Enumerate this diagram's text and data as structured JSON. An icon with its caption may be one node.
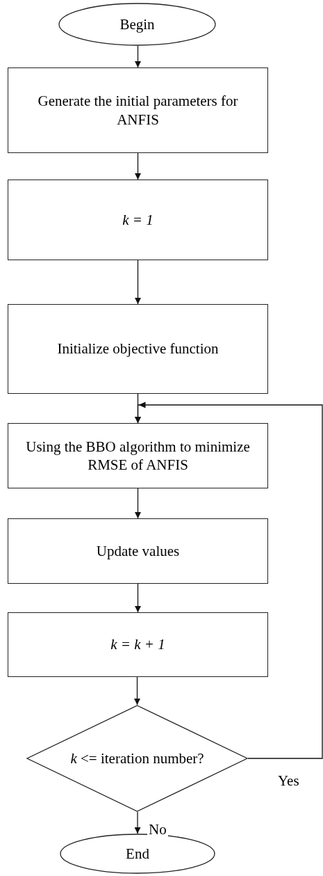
{
  "diagram": {
    "nodes": [
      {
        "text": [
          "Begin"
        ]
      },
      {
        "text": [
          "Generate the initial parameters for ANFIS"
        ]
      },
      {
        "text": [
          "k = 1"
        ]
      },
      {
        "text": [
          "Initialize objective function"
        ]
      },
      {
        "text": [
          "Using the BBO algorithm to minimize RMSE of ANFIS"
        ]
      },
      {
        "text": [
          "Update values"
        ]
      },
      {
        "text": [
          "k = k + 1"
        ]
      },
      {
        "text": [
          "*k* <= iteration number?"
        ]
      },
      {
        "text": [
          "End"
        ]
      }
    ],
    "edges": [
      {
        "from": 0,
        "to": 1,
        "arrow": "to"
      },
      {
        "from": 1,
        "to": 2,
        "arrow": "to"
      },
      {
        "from": 2,
        "to": 3,
        "arrow": "to"
      },
      {
        "from": 3,
        "to": 4,
        "arrow": "to"
      },
      {
        "from": 4,
        "to": 5,
        "arrow": "to"
      },
      {
        "from": 5,
        "to": 6,
        "arrow": "to"
      },
      {
        "from": 6,
        "to": 7,
        "arrow": "to"
      },
      {
        "from": 7,
        "to": 8,
        "arrow": "to",
        "label": "No"
      },
      {
        "from": 7,
        "to": 4,
        "arrow": "to",
        "label": "Yes"
      }
    ]
  }
}
